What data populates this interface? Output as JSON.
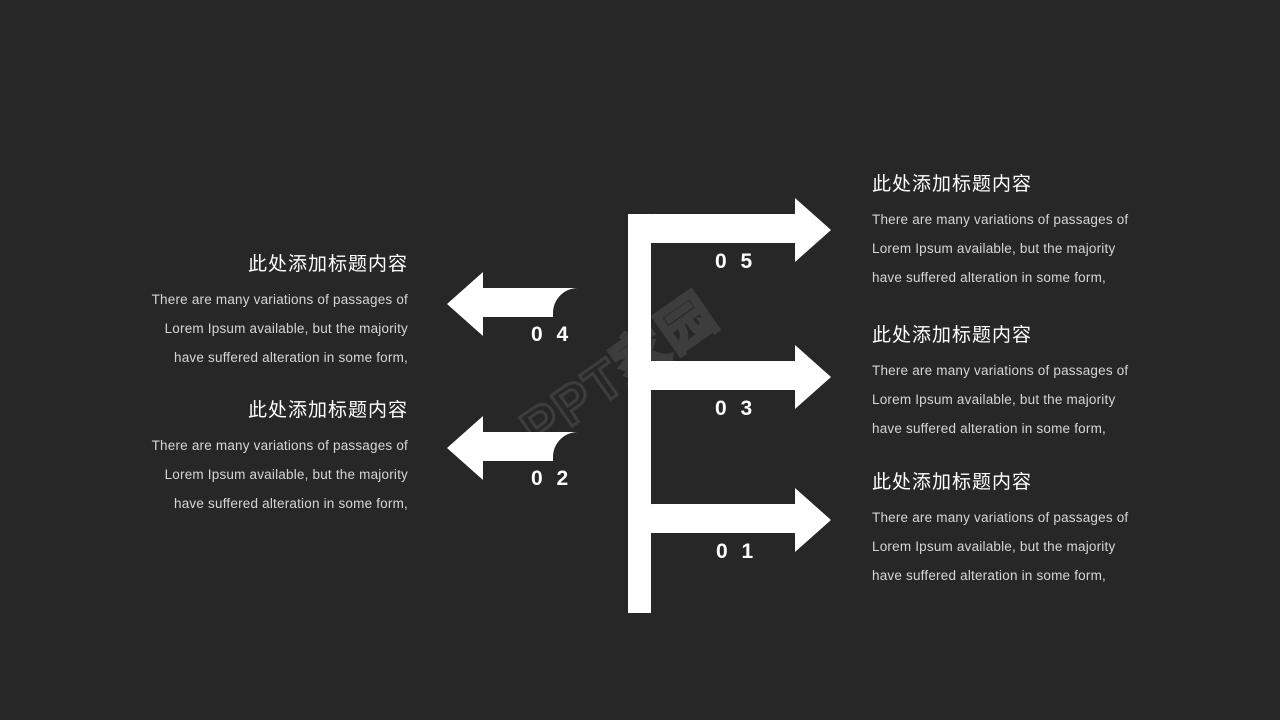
{
  "slide": {
    "background_color": "#272727",
    "accent_color": "#ffffff",
    "body_text_color": "#d6d6d6",
    "watermark_text": "PPT家园"
  },
  "diagram": {
    "type": "branching-arrow-flow",
    "trunk_label": "vertical-trunk",
    "branches": [
      {
        "number": "0 1",
        "direction": "right",
        "order": 1
      },
      {
        "number": "0 2",
        "direction": "left",
        "order": 2
      },
      {
        "number": "0 3",
        "direction": "right",
        "order": 3
      },
      {
        "number": "0 4",
        "direction": "left",
        "order": 4
      },
      {
        "number": "0 5",
        "direction": "right",
        "order": 5
      }
    ]
  },
  "blocks": {
    "right": [
      {
        "title": "此处添加标题内容",
        "line1": "There are many variations of passages of",
        "line2": "Lorem Ipsum available, but the majority",
        "line3": "have suffered alteration in some form,"
      },
      {
        "title": "此处添加标题内容",
        "line1": "There are many variations of passages of",
        "line2": "Lorem Ipsum available, but the majority",
        "line3": "have suffered alteration in some form,"
      },
      {
        "title": "此处添加标题内容",
        "line1": "There are many variations of passages of",
        "line2": "Lorem Ipsum available, but the majority",
        "line3": "have suffered alteration in some form,"
      }
    ],
    "left": [
      {
        "title": "此处添加标题内容",
        "line1": "There are many variations of passages of",
        "line2": "Lorem Ipsum available, but the majority",
        "line3": "have suffered alteration in some form,"
      },
      {
        "title": "此处添加标题内容",
        "line1": "There are many variations of passages of",
        "line2": "Lorem Ipsum available, but the majority",
        "line3": "have suffered alteration in some form,"
      }
    ]
  }
}
